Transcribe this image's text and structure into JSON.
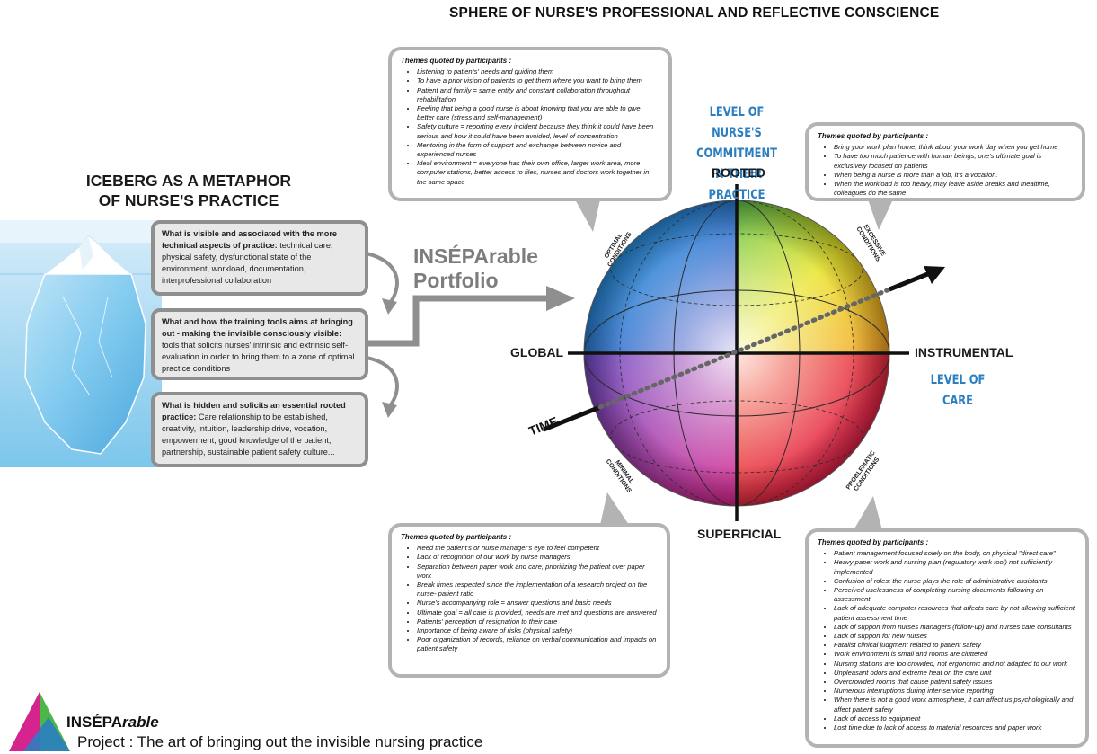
{
  "title": "SPHERE OF NURSE'S PROFESSIONAL AND REFLECTIVE CONSCIENCE",
  "iceberg": {
    "title_line1": "ICEBERG AS A METAPHOR",
    "title_line2": "OF NURSE'S PRACTICE",
    "box1_bold": "What is visible and associated with the more technical aspects of practice:",
    "box1_text": " technical care, physical safety, dysfunctional state of the environment, workload, documentation, interprofessional collaboration",
    "box2_bold": "What and how the training tools aims at bringing out - making the invisible consciously visible:",
    "box2_text": " tools that solicits nurses' intrinsic and extrinsic self-evaluation in order to bring them to a zone of optimal practice conditions",
    "box3_bold": "What is hidden and solicits an essential rooted practice:",
    "box3_text": " Care relationship to be established, creativity, intuition, leadership drive, vocation, empowerment, good knowledge of the patient, partnership, sustainable patient safety culture..."
  },
  "portfolio": {
    "line1": "INSÉPArable",
    "line2": "Portfolio"
  },
  "sphere": {
    "commitment_line1": "LEVEL OF NURSE'S",
    "commitment_line2": "COMMITMENT",
    "commitment_line3": "IN THEIR PRACTICE",
    "top": "ROOTED",
    "bottom": "SUPERFICIAL",
    "left": "GLOBAL",
    "right": "INSTRUMENTAL",
    "level_of_care": "LEVEL OF CARE",
    "time": "TIME",
    "optimal_1": "OPTIMAL",
    "optimal_2": "CONDITIONS",
    "excessive_1": "EXCESSIVE",
    "excessive_2": "CONDITIONS",
    "minimal_1": "MINIMAL",
    "minimal_2": "CONDITIONS",
    "problematic_1": "PROBLEMATIC",
    "problematic_2": "CONDITIONS",
    "colors": {
      "blue": "#2e8fd6",
      "green": "#3fae49",
      "yellow": "#f2e01c",
      "orange": "#f48a1e",
      "red": "#e21c3a",
      "magenta": "#d6248f",
      "purple": "#7a3d9c"
    }
  },
  "bubbles": {
    "optimal": {
      "heading": "Themes quoted by participants :",
      "items": [
        "Listening to patients' needs and guiding them",
        "To have a prior vision of patients to get them where you want to bring them",
        "Patient and family = same entity and constant collaboration throughout rehabilitation",
        "Feeling that being a good nurse is about knowing that you are able to give better care (stress and self-management)",
        "Safety culture = reporting every incident because they think it could have been serious and how it could have been avoided, level of concentration",
        "Mentoring in the form of support and exchange between novice and experienced nurses",
        "Ideal environment = everyone has their own office, larger work area, more computer stations, better access to files, nurses and doctors work together in the same space"
      ]
    },
    "excessive": {
      "heading": "Themes quoted by participants :",
      "items": [
        "Bring your work plan home, think about your work day when you get home",
        "To have too much patience with human beings, one's ultimate goal is exclusively focused on patients",
        "When being a nurse is more than a job, it's a vocation.",
        "When the workload is too heavy, may leave aside breaks and mealtime, colleagues do the same"
      ]
    },
    "minimal": {
      "heading": "Themes quoted by participants :",
      "items": [
        "Need the patient's or nurse manager's eye to feel competent",
        "Lack of recognition of our work by nurse managers",
        "Separation between paper work and care, prioritizing the patient over paper work",
        "Break times respected since the implementation of a research project on the nurse- patient ratio",
        "Nurse's accompanying role = answer questions and basic needs",
        "Ultimate goal = all care is provided, needs are met and questions are answered",
        "Patients' perception of resignation to their care",
        "Importance of being aware of risks (physical safety)",
        "Poor organization of records, reliance on verbal communication and impacts on patient safety"
      ]
    },
    "problematic": {
      "heading": "Themes quoted by participants :",
      "items": [
        "Patient management focused solely on the body, on physical \"direct care\"",
        "Heavy paper work and nursing plan (regulatory work tool) not sufficiently implemented",
        "Confusion of roles: the nurse plays the role of administrative assistants",
        "Perceived uselessness of completing nursing documents following an assessment",
        "Lack of adequate computer resources that affects care by not allowing sufficient patient assessment time",
        "Lack of support from nurses managers (follow-up) and nurses care consultants",
        "Lack of support for new nurses",
        "Fatalist clinical judgment related to patient safety",
        "Work environment is small and rooms are cluttered",
        "Nursing stations are too crowded, not ergonomic and not adapted to our work",
        "Unpleasant odors and extreme heat on the care unit",
        "Overcrowded rooms that cause patient safety issues",
        "Numerous interruptions during inter-service reporting",
        "When there is not a good work atmosphere, it can affect us psychologically and affect patient safety",
        "Lack of access to equipment",
        "Lost time due to lack of access to material resources and paper work"
      ]
    }
  },
  "logo": {
    "name_plain": "INSÉPA",
    "name_italic": "rable",
    "subtitle": "Project : The art of bringing out the invisible nursing practice",
    "colors": {
      "blue": "#2b7ec0",
      "green": "#4bb748",
      "magenta": "#d6248f"
    }
  }
}
